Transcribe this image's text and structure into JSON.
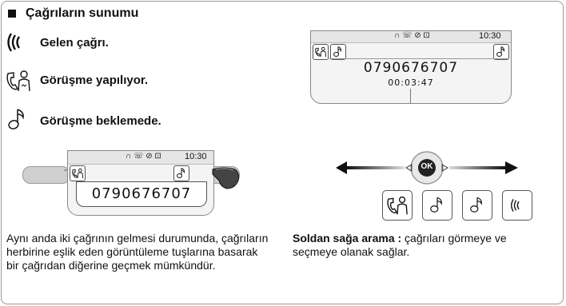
{
  "section_title": "Çağrıların sunumu",
  "legend": [
    {
      "icon": "incoming-call-icon",
      "label": "Gelen çağrı."
    },
    {
      "icon": "call-in-progress-icon",
      "label": "Görüşme yapılıyor."
    },
    {
      "icon": "call-on-hold-icon",
      "label": "Görüşme beklemede."
    }
  ],
  "screen_left": {
    "status_icons": "∩ ☏ ⊘ ⊡",
    "time": "10:30",
    "number": "0790676707"
  },
  "screen_right": {
    "status_icons": "∩ ☏ ⊘ ⊡",
    "time": "10:30",
    "number": "0790676707",
    "duration": "00:03:47"
  },
  "navigator": {
    "ok_label": "OK"
  },
  "left_description": "Aynı anda iki çağrının gelmesi durumunda, çağrıların herbirine eşlik eden görüntüleme tuşlarına basarak bir çağrıdan diğerine geçmek mümkündür.",
  "right_description": {
    "bold": "Soldan sağa arama :",
    "text": " çağrıları görmeye ve seçmeye olanak sağlar."
  }
}
